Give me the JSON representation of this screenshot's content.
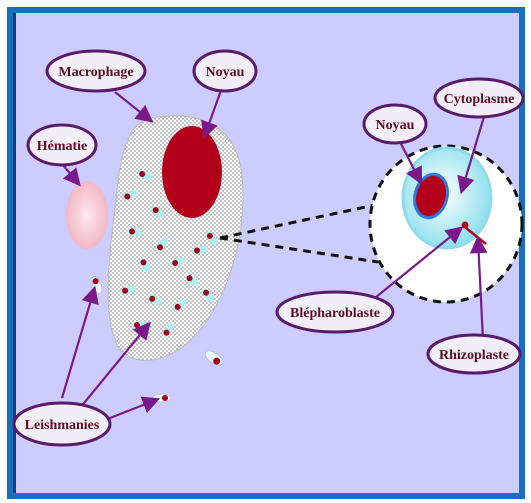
{
  "labels": {
    "macrophage": "Macrophage",
    "noyau_left": "Noyau",
    "hematie": "Hématie",
    "noyau_right": "Noyau",
    "cytoplasme": "Cytoplasme",
    "blepharoblaste": "Blépharoblaste",
    "rhizoplaste": "Rhizoplaste",
    "leishmanies": "Leishmanies"
  },
  "colors": {
    "frame": "#1a6ec0",
    "background": "#ccccff",
    "label_fill": "#f2eef8",
    "label_border": "#5a1a6a",
    "label_text": "#5a1020",
    "nucleus": "#b3001b",
    "arrow": "#7a1a8a",
    "erythrocyte": "#f4c8d0",
    "cell_blue": "#aeeef0"
  }
}
